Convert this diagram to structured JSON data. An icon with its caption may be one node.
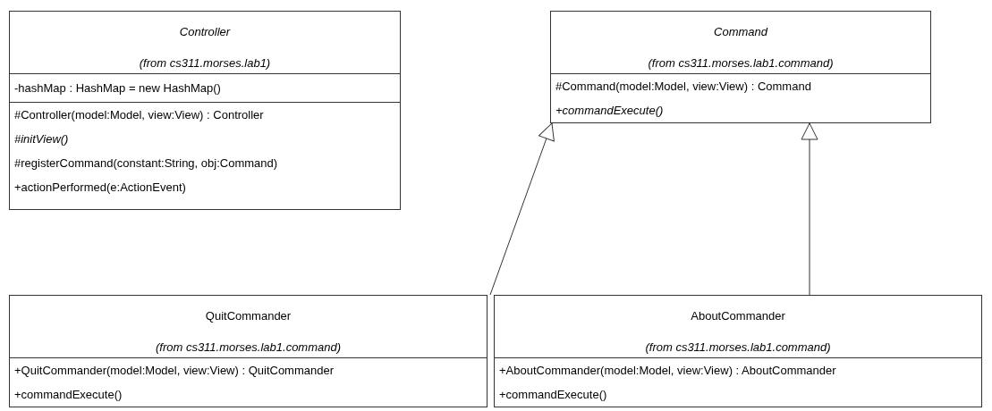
{
  "diagram": {
    "nodes": [
      {
        "text": [
          "Controller",
          "(from cs311.morses.lab1)",
          "-hashMap : HashMap = new HashMap()",
          "#Controller(model:Model, view:View) : Controller",
          "#initView()",
          "#registerCommand(constant:String, obj:Command)",
          "+actionPerformed(e:ActionEvent)"
        ]
      },
      {
        "text": [
          "Command",
          "(from cs311.morses.lab1.command)",
          "#Command(model:Model, view:View) : Command",
          "+commandExecute()"
        ]
      },
      {
        "text": [
          "QuitCommander",
          "(from cs311.morses.lab1.command)",
          "+QuitCommander(model:Model, view:View) : QuitCommander",
          "+commandExecute()"
        ]
      },
      {
        "text": [
          "AboutCommander",
          "(from cs311.morses.lab1.command)",
          "+AboutCommander(model:Model, view:View) : AboutCommander",
          "+commandExecute()"
        ]
      }
    ],
    "edges": [
      {
        "from": 2,
        "to": 1,
        "arrow": "to"
      },
      {
        "from": 3,
        "to": 1,
        "arrow": "to"
      }
    ]
  }
}
